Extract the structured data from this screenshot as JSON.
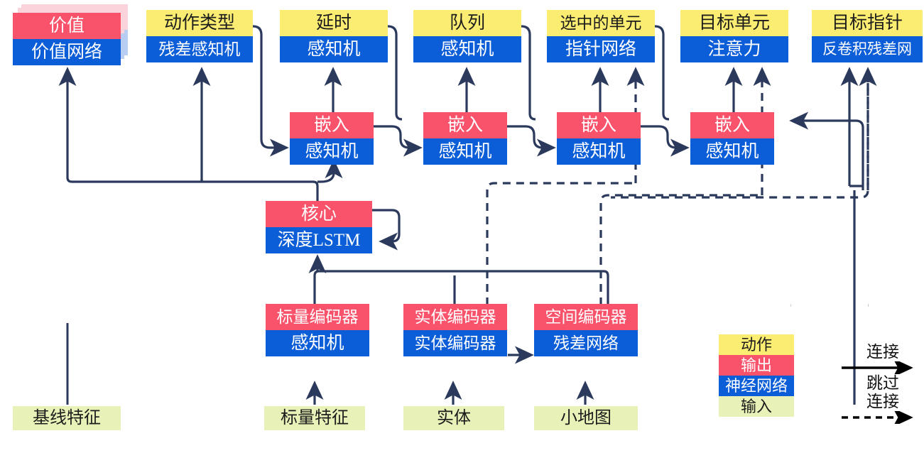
{
  "diagram": {
    "title": "Agent architecture block diagram",
    "colors": {
      "action": "#fbed72",
      "output": "#f8536b",
      "network": "#0b5ed7",
      "input": "#e8f2b8",
      "wire": "#2b3a5c",
      "legend_arrow": "#000000"
    }
  },
  "heads": {
    "value": {
      "top": "价值",
      "bottom": "价值网络"
    },
    "action_type": {
      "top": "动作类型",
      "bottom": "残差感知机"
    },
    "delay": {
      "top": "延时",
      "bottom": "感知机"
    },
    "queue": {
      "top": "队列",
      "bottom": "感知机"
    },
    "selected_units": {
      "top": "选中的单元",
      "bottom": "指针网络"
    },
    "target_unit": {
      "top": "目标单元",
      "bottom": "注意力"
    },
    "target_point": {
      "top": "目标指针",
      "bottom": "反卷积残差网"
    }
  },
  "embeddings": [
    {
      "top": "嵌入",
      "bottom": "感知机"
    },
    {
      "top": "嵌入",
      "bottom": "感知机"
    },
    {
      "top": "嵌入",
      "bottom": "感知机"
    },
    {
      "top": "嵌入",
      "bottom": "感知机"
    }
  ],
  "core": {
    "top": "核心",
    "bottom": "深度LSTM"
  },
  "encoders": [
    {
      "top": "标量编码器",
      "bottom": "感知机"
    },
    {
      "top": "实体编码器",
      "bottom": "实体编码器"
    },
    {
      "top": "空间编码器",
      "bottom": "残差网络"
    }
  ],
  "inputs": [
    {
      "label": "基线特征"
    },
    {
      "label": "标量特征"
    },
    {
      "label": "实体"
    },
    {
      "label": "小地图"
    }
  ],
  "legend": {
    "rows": [
      {
        "label": "动作",
        "kind": "action"
      },
      {
        "label": "输出",
        "kind": "output"
      },
      {
        "label": "神经网络",
        "kind": "network"
      },
      {
        "label": "输入",
        "kind": "input"
      }
    ],
    "keys": [
      {
        "label": "连接",
        "style": "solid"
      },
      {
        "label_line1": "跳过",
        "label_line2": "连接",
        "style": "dashed"
      }
    ]
  }
}
